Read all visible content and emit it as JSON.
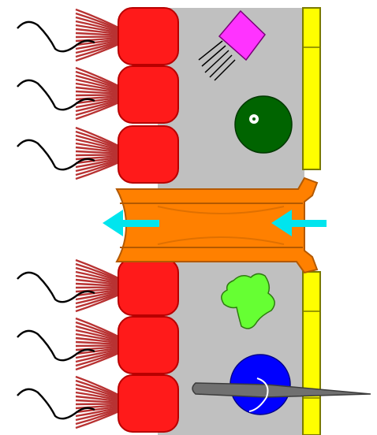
{
  "diagram": {
    "colors": {
      "background": "#ffffff",
      "membrane_region": "#c0c0c0",
      "membrane_outline": "#8c8c8c",
      "lipid_heads": "#ff1a1a",
      "lipid_head_outline": "#b80000",
      "lipid_tails": "#b83232",
      "sugar_chains": "#000000",
      "cytoskeleton_strip": "#ffff00",
      "cytoskeleton_outline": "#7a7a00",
      "channel_protein": "#ff8000",
      "channel_outline": "#b35900",
      "flow_arrows": "#00e5ee",
      "receptor_square": "#ff33ff",
      "green_sphere": "#006400",
      "lime_blob": "#66ff33",
      "blue_sphere": "#0000ff",
      "grey_rod": "#707070"
    },
    "elements": [
      "sugar-chain",
      "lipid-tail-bundle",
      "lipid-head",
      "membrane-region",
      "cytoskeleton-strip",
      "channel-protein",
      "flow-arrow",
      "receptor-square-icon",
      "green-sphere-icon",
      "lime-blob-icon",
      "blue-sphere-icon",
      "grey-rod-icon"
    ]
  }
}
